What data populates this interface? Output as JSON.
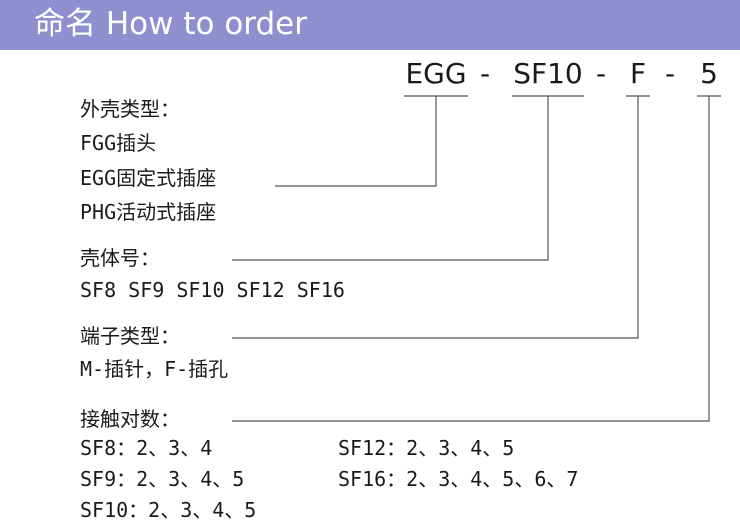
{
  "header": {
    "title": "命名 How to order"
  },
  "code": {
    "parts": [
      "EGG",
      "SF10",
      "F",
      "5"
    ],
    "separator": "-"
  },
  "sections": {
    "shell_type": {
      "title": "外壳类型：",
      "items": [
        "FGG插头",
        "EGG固定式插座",
        "PHG活动式插座"
      ]
    },
    "shell_size": {
      "title": "壳体号：",
      "values": "SF8 SF9 SF10 SF12 SF16"
    },
    "terminal_type": {
      "title": "端子类型：",
      "values": "M-插针，F-插孔"
    },
    "contacts": {
      "title": "接触对数：",
      "rows": [
        "SF8：2、3、4",
        "SF12：2、3、4、5",
        "SF9：2、3、4、5",
        "SF16：2、3、4、5、6、7",
        "SF10：2、3、4、5"
      ]
    }
  },
  "colors": {
    "header_bg": "#8f8fd0",
    "header_text": "#ffffff",
    "line": "#555555"
  }
}
